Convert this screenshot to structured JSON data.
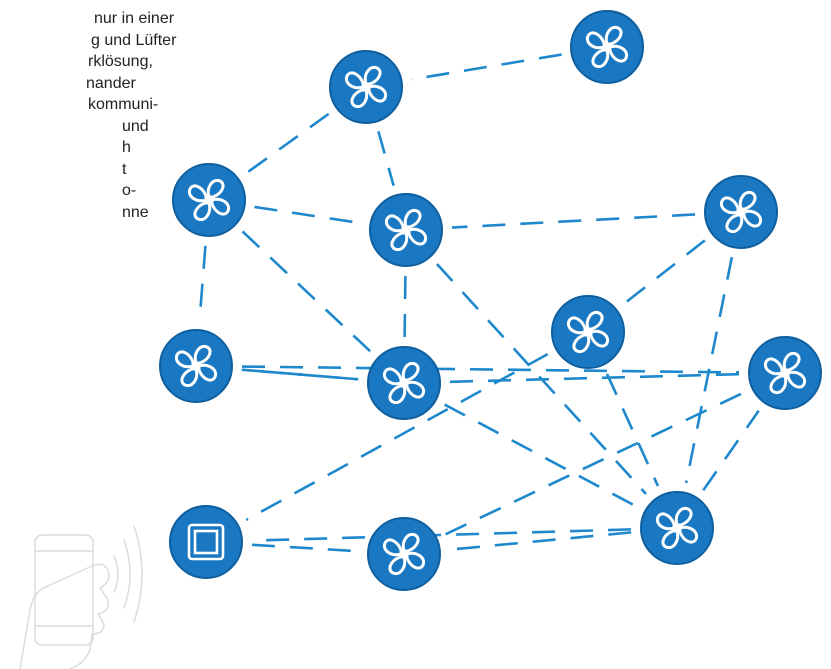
{
  "paragraphs": [
    {
      "lines": [
        "nur in einer",
        "g und Lüfter",
        "rklösung,",
        "nander",
        "kommuni-"
      ]
    },
    {
      "lines": [
        "und",
        "h",
        "t",
        "o-",
        "nne"
      ]
    }
  ],
  "nodes": [
    {
      "id": "fan-01",
      "kind": "fan"
    },
    {
      "id": "fan-02",
      "kind": "fan"
    },
    {
      "id": "fan-03",
      "kind": "fan"
    },
    {
      "id": "fan-04",
      "kind": "fan"
    },
    {
      "id": "fan-05",
      "kind": "fan"
    },
    {
      "id": "fan-06",
      "kind": "fan"
    },
    {
      "id": "fan-07",
      "kind": "fan"
    },
    {
      "id": "fan-08",
      "kind": "fan"
    },
    {
      "id": "fan-09",
      "kind": "fan"
    },
    {
      "id": "fan-10",
      "kind": "fan"
    },
    {
      "id": "fan-11",
      "kind": "fan"
    },
    {
      "id": "controller",
      "kind": "controller"
    },
    {
      "id": "fan-12",
      "kind": "fan"
    }
  ],
  "links": [
    [
      "fan-01",
      "fan-02"
    ],
    [
      "fan-02",
      "fan-03"
    ],
    [
      "fan-02",
      "fan-05"
    ],
    [
      "fan-03",
      "fan-05"
    ],
    [
      "fan-03",
      "fan-08"
    ],
    [
      "fan-03",
      "fan-06"
    ],
    [
      "fan-04",
      "fan-05"
    ],
    [
      "fan-04",
      "fan-07"
    ],
    [
      "fan-04",
      "fan-09"
    ],
    [
      "fan-05",
      "fan-09"
    ],
    [
      "fan-05",
      "fan-08"
    ],
    [
      "fan-06",
      "fan-08"
    ],
    [
      "fan-06",
      "fan-10"
    ],
    [
      "fan-07",
      "fan-09"
    ],
    [
      "fan-07",
      "controller"
    ],
    [
      "fan-08",
      "fan-09"
    ],
    [
      "fan-08",
      "fan-10"
    ],
    [
      "fan-08",
      "fan-11"
    ],
    [
      "fan-09",
      "fan-11"
    ],
    [
      "fan-09",
      "controller"
    ],
    [
      "fan-09",
      "fan-12"
    ],
    [
      "fan-10",
      "fan-11"
    ],
    [
      "controller",
      "fan-12"
    ],
    [
      "fan-12",
      "fan-11"
    ]
  ],
  "colors": {
    "node": "#1a78c2",
    "link": "#1e88cc",
    "icon": "#ffffff"
  },
  "icons": {
    "fan": "fan-icon",
    "controller": "controller-square-icon",
    "phone": "smartphone-hand-icon"
  }
}
